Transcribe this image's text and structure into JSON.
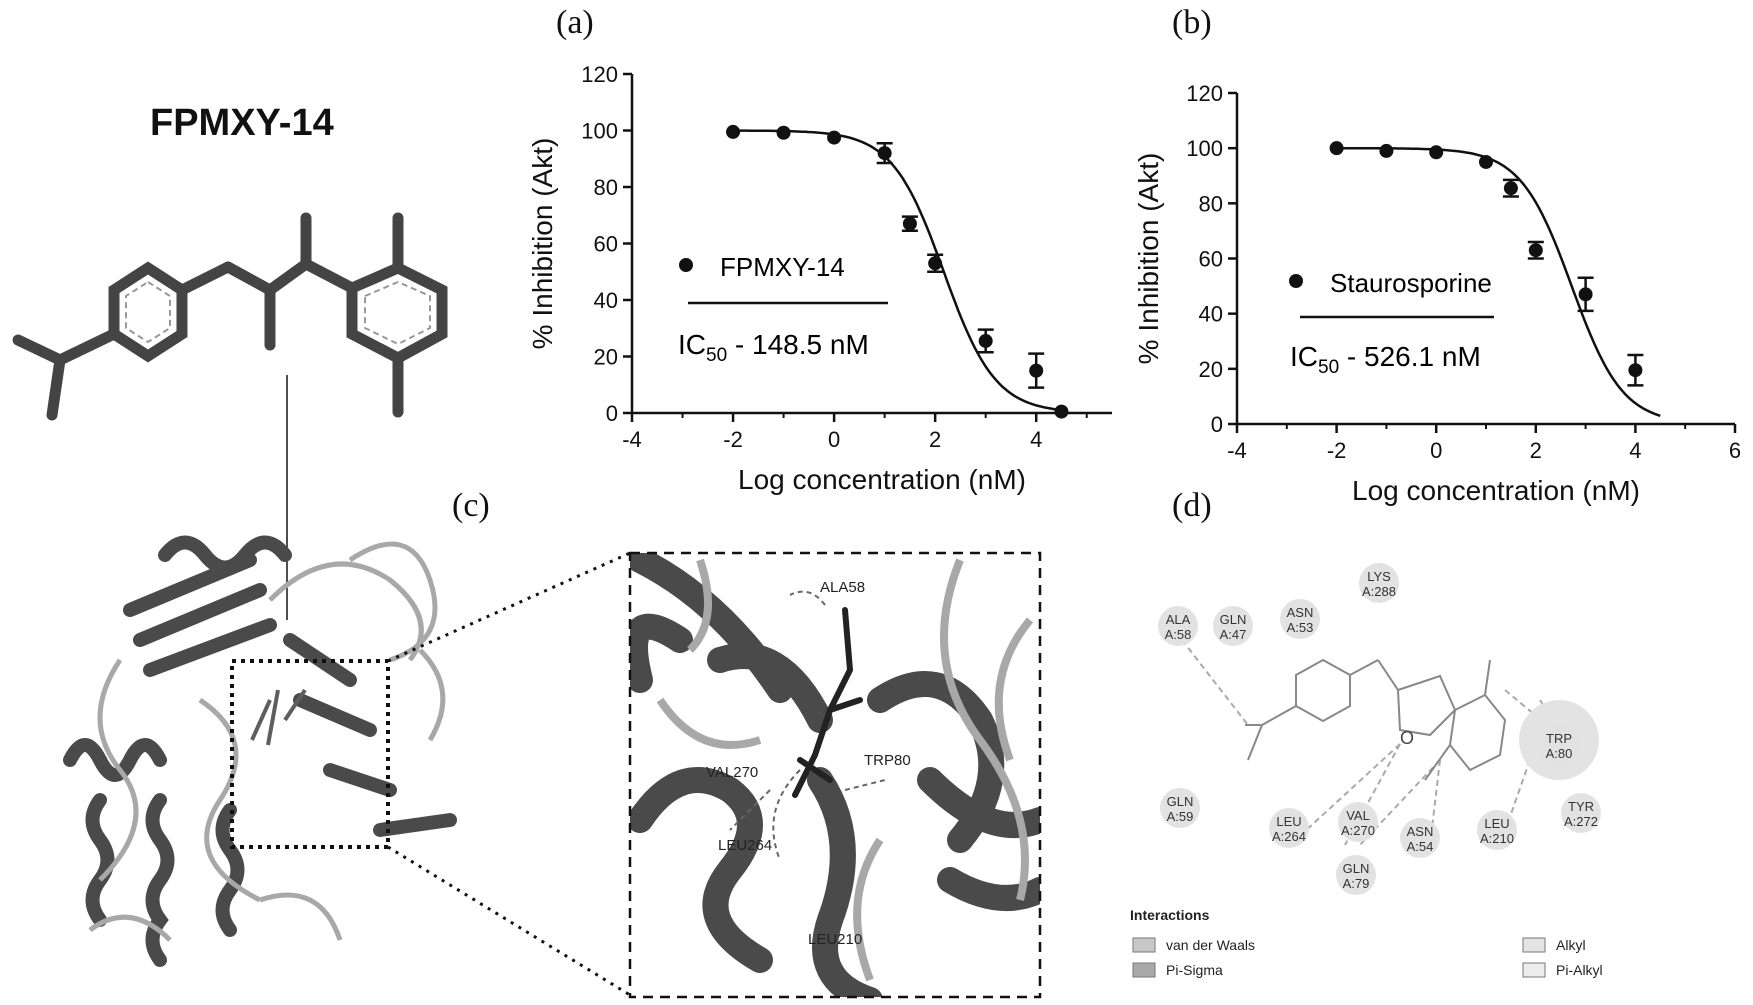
{
  "panel_labels": {
    "a": "(a)",
    "b": "(b)",
    "c": "(c)",
    "d": "(d)"
  },
  "compound_title": "FPMXY-14",
  "colors": {
    "ink": "#111111",
    "ribbon_dark": "#4a4a4a",
    "ribbon_light": "#a8a8a8",
    "residue": "#e2e2e2"
  },
  "chart_data": [
    {
      "type": "scatter",
      "panel": "(a)",
      "xlabel": "Log concentration (nM)",
      "ylabel": "% Inhibition (Akt)",
      "xlim": [
        -4,
        5.5
      ],
      "ylim": [
        0,
        120
      ],
      "xticks": [
        -4,
        -2,
        0,
        2,
        4
      ],
      "yticks": [
        0,
        20,
        40,
        60,
        80,
        100,
        120
      ],
      "legend": {
        "label": "FPMXY-14",
        "ic50_prefix": "IC",
        "ic50_sub": "50",
        "ic50_value": " - 148.5 nM"
      },
      "series": [
        {
          "name": "FPMXY-14",
          "x": [
            -2,
            -1,
            0,
            1,
            1.5,
            2,
            3,
            4,
            4.5
          ],
          "y": [
            99.5,
            99.2,
            97.5,
            92,
            67,
            53,
            25.5,
            15,
            0.5
          ],
          "err": [
            0,
            0,
            0,
            3.5,
            2.5,
            3,
            4,
            6,
            0
          ]
        }
      ],
      "fit": {
        "top": 100,
        "bottom": 0,
        "logIC50": 2.17,
        "hill": 0.85,
        "x_range": [
          -2,
          4.6
        ]
      }
    },
    {
      "type": "scatter",
      "panel": "(b)",
      "xlabel": "Log concentration (nM)",
      "ylabel": "% Inhibition (Akt)",
      "xlim": [
        -4,
        6
      ],
      "ylim": [
        0,
        120
      ],
      "xticks": [
        -4,
        -2,
        0,
        2,
        4,
        6
      ],
      "yticks": [
        0,
        20,
        40,
        60,
        80,
        100,
        120
      ],
      "legend": {
        "label": "Staurosporine",
        "ic50_prefix": "IC",
        "ic50_sub": "50",
        "ic50_value": " - 526.1 nM"
      },
      "series": [
        {
          "name": "Staurosporine",
          "x": [
            -2,
            -1,
            0,
            1,
            1.5,
            2,
            3,
            4
          ],
          "y": [
            100,
            99,
            98.5,
            95,
            85.5,
            63,
            47,
            19.5
          ],
          "err": [
            0,
            0,
            0,
            0,
            3,
            3,
            6,
            5.5
          ]
        }
      ],
      "fit": {
        "top": 100,
        "bottom": 0,
        "logIC50": 2.72,
        "hill": 0.85,
        "x_range": [
          -2,
          4.5
        ]
      }
    }
  ],
  "docking_labels": [
    "ALA58",
    "VAL270",
    "TRP80",
    "LEU264",
    "LEU210"
  ],
  "interaction_diagram": {
    "residues": [
      {
        "l1": "LYS",
        "l2": "A:288"
      },
      {
        "l1": "ALA",
        "l2": "A:58"
      },
      {
        "l1": "GLN",
        "l2": "A:47"
      },
      {
        "l1": "ASN",
        "l2": "A:53"
      },
      {
        "l1": "TRP",
        "l2": "A:80"
      },
      {
        "l1": "GLN",
        "l2": "A:59"
      },
      {
        "l1": "LEU",
        "l2": "A:264"
      },
      {
        "l1": "VAL",
        "l2": "A:270"
      },
      {
        "l1": "ASN",
        "l2": "A:54"
      },
      {
        "l1": "LEU",
        "l2": "A:210"
      },
      {
        "l1": "TYR",
        "l2": "A:272"
      },
      {
        "l1": "GLN",
        "l2": "A:79"
      }
    ],
    "ligand_atom": "O",
    "legend_title": "Interactions",
    "legend_items": [
      {
        "label": "van der Waals",
        "color": "#c8c8c8"
      },
      {
        "label": "Pi-Sigma",
        "color": "#a9a9a9"
      },
      {
        "label": "Alkyl",
        "color": "#e4e4e4"
      },
      {
        "label": "Pi-Alkyl",
        "color": "#ededed"
      }
    ]
  }
}
